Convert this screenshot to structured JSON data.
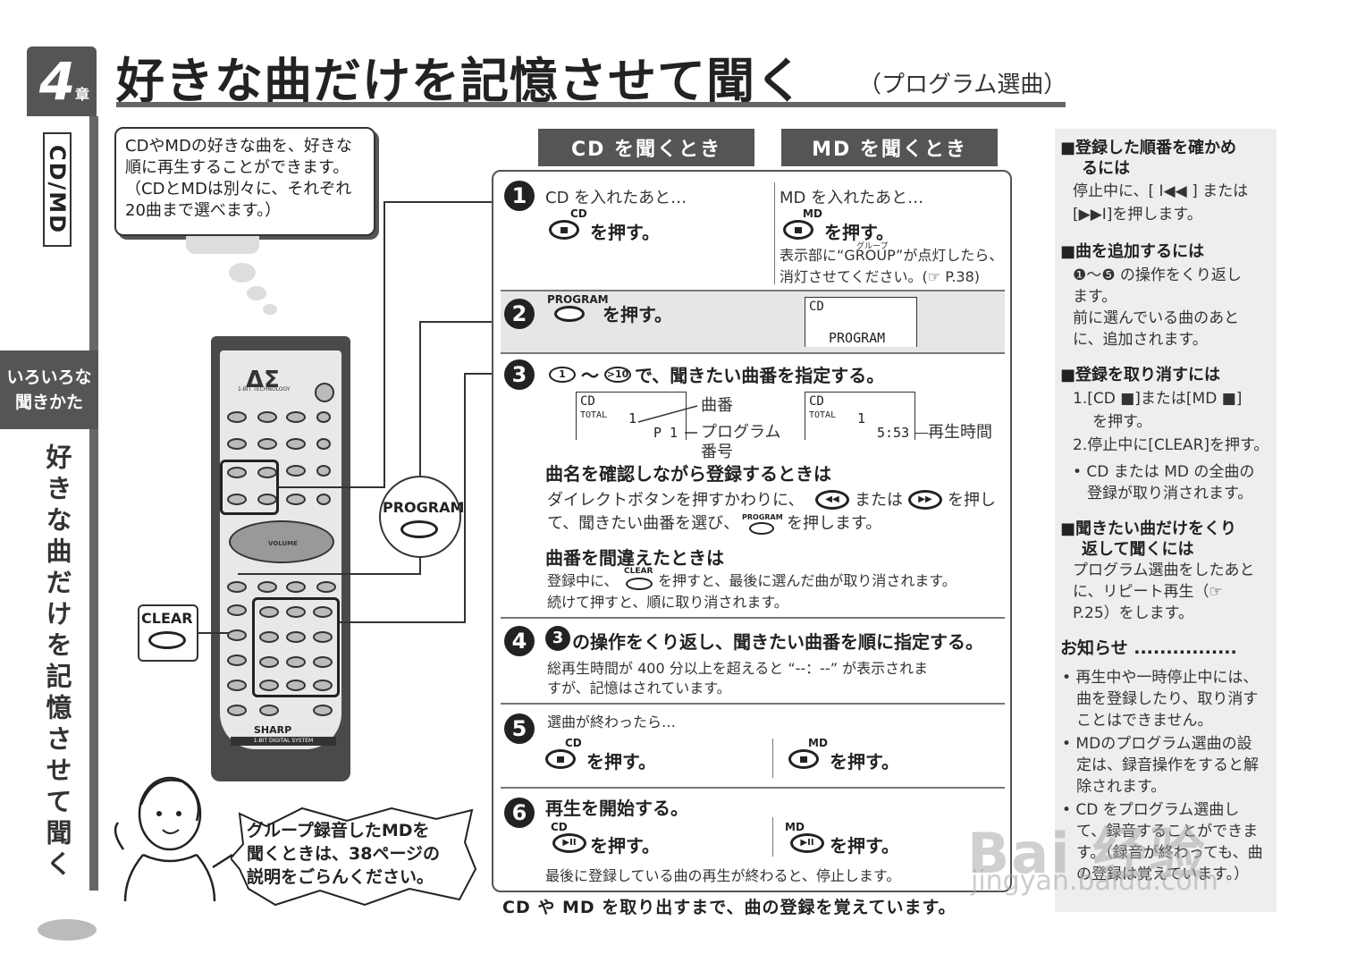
{
  "header": {
    "chapter_num": "4",
    "chapter_suffix": "章",
    "title": "好きな曲だけを記憶させて聞く",
    "subtitle": "（プログラム選曲）"
  },
  "sidebar": {
    "section_tab": "CD/MD",
    "category_line1": "いろいろな",
    "category_line2": "聞きかた",
    "vertical_title": "好きな曲だけを記憶させて聞く"
  },
  "intro": {
    "lines": [
      "CDやMDの好きな曲を、好きな",
      "順に再生することができます。",
      "（CDとMDは別々に、それぞれ",
      "20曲まで選べます。）"
    ]
  },
  "remote": {
    "logo": "ΔΣ",
    "logo_sub": "1-BIT TECHNOLOGY",
    "brand": "SHARP",
    "system": "1-BIT DIGITAL SYSTEM",
    "volume": "VOLUME",
    "zoom_program": "PROGRAM",
    "zoom_clear": "CLEAR"
  },
  "tabs": {
    "cd": "CD を聞くとき",
    "md": "MD を聞くとき"
  },
  "steps": {
    "s1": {
      "num": "1",
      "cd_text": "CD を入れたあと…",
      "md_text": "MD を入れたあと…",
      "cd_btn_label": "CD",
      "md_btn_label": "MD",
      "press": "を押す。",
      "note_ruby": "グループ",
      "note_line1": "表示部に“GROUP”が点灯したら、",
      "note_line2": "消灯させてください。(☞ P.38)"
    },
    "s2": {
      "num": "2",
      "btn_label": "PROGRAM",
      "press": "を押す。",
      "lcd_line1": "CD",
      "lcd_line2": "PROGRAM"
    },
    "s3": {
      "num": "3",
      "btn_from": "1",
      "btn_to": ">10",
      "tilde": "～",
      "main": "で、聞きたい曲番を指定する。",
      "lcd_a_line1": "CD",
      "lcd_a_total": "TOTAL",
      "lcd_a_track": "1",
      "lcd_a_prog": "P  1",
      "label_track": "曲番",
      "label_prog1": "プログラム",
      "label_prog2": "番号",
      "lcd_b_line1": "CD",
      "lcd_b_total": "TOTAL",
      "lcd_b_track": "1",
      "lcd_b_time": "5:53",
      "label_time": "再生時間",
      "sub1_head": "曲名を確認しながら登録するときは",
      "sub1_l1a": "ダイレクトボタンを押すかわりに、",
      "sub1_l1b": "または",
      "sub1_l1c": "を押し",
      "sub1_l2a": "て、聞きたい曲番を選び、",
      "sub1_l2_btn": "PROGRAM",
      "sub1_l2b": "を押します。",
      "sub2_head": "曲番を間違えたときは",
      "sub2_l1a": "登録中に、",
      "sub2_l1_btn": "CLEAR",
      "sub2_l1b": "を押すと、最後に選んだ曲が取り消されます。",
      "sub2_l2": "続けて押すと、順に取り消されます。"
    },
    "s4": {
      "num": "4",
      "ref": "3",
      "main": "の操作をくり返し、聞きたい曲番を順に指定する。",
      "l1": "総再生時間が 400 分以上を超えると “--：--” が表示されま",
      "l2": "すが、記憶はされています。"
    },
    "s5": {
      "num": "5",
      "text": "選曲が終わったら…",
      "cd_btn_label": "CD",
      "md_btn_label": "MD",
      "press": "を押す。"
    },
    "s6": {
      "num": "6",
      "main": "再生を開始する。",
      "cd_btn_label": "CD",
      "md_btn_label": "MD",
      "play_glyph": "▶II",
      "press": "を押す。",
      "note": "最後に登録している曲の再生が終わると、停止します。"
    }
  },
  "footer": "CD や MD を取り出すまで、曲の登録を覚えています。",
  "speech": {
    "lines": [
      "グループ録音したMDを",
      "聞くときは、38ページの",
      "説明をごらんください。"
    ]
  },
  "right": {
    "h1_l1": "■登録した順番を確かめ",
    "h1_l2": "るには",
    "p1_l1": "停止中に、[ I◀◀ ] または",
    "p1_l2": "[▶▶I]を押します。",
    "h2": "■曲を追加するには",
    "p2_l1": "❶～❺ の操作をくり返し",
    "p2_l2": "ます。",
    "p2_l3": "前に選んでいる曲のあと",
    "p2_l4": "に、追加されます。",
    "h3": "■登録を取り消すには",
    "p3_l1": "1.[CD ■]または[MD ■]",
    "p3_l2": "を押す。",
    "p3_l3": "2.停止中に[CLEAR]を押す。",
    "p3_l4": "• CD または MD の全曲の",
    "p3_l5": "登録が取り消されます。",
    "h4_l1": "■聞きたい曲だけをくり",
    "h4_l2": "返して聞くには",
    "p4_l1": "プログラム選曲をしたあと",
    "p4_l2": "に、リピート再生（☞",
    "p4_l3": "P.25）をします。",
    "h5": "お知らせ ................",
    "n1_l1": "• 再生中や一時停止中には、",
    "n1_l2": "曲を登録したり、取り消す",
    "n1_l3": "ことはできません。",
    "n2_l1": "• MDのプログラム選曲の設",
    "n2_l2": "定は、録音操作をすると解",
    "n2_l3": "除されます。",
    "n3_l1": "• CD をプログラム選曲し",
    "n3_l2": "て、録音することができま",
    "n3_l3": "す。（録音が終わっても、曲",
    "n3_l4": "の登録は覚えています。）"
  },
  "watermark": {
    "main": "Bai 经验",
    "url": "jingyan.baidu.com"
  }
}
